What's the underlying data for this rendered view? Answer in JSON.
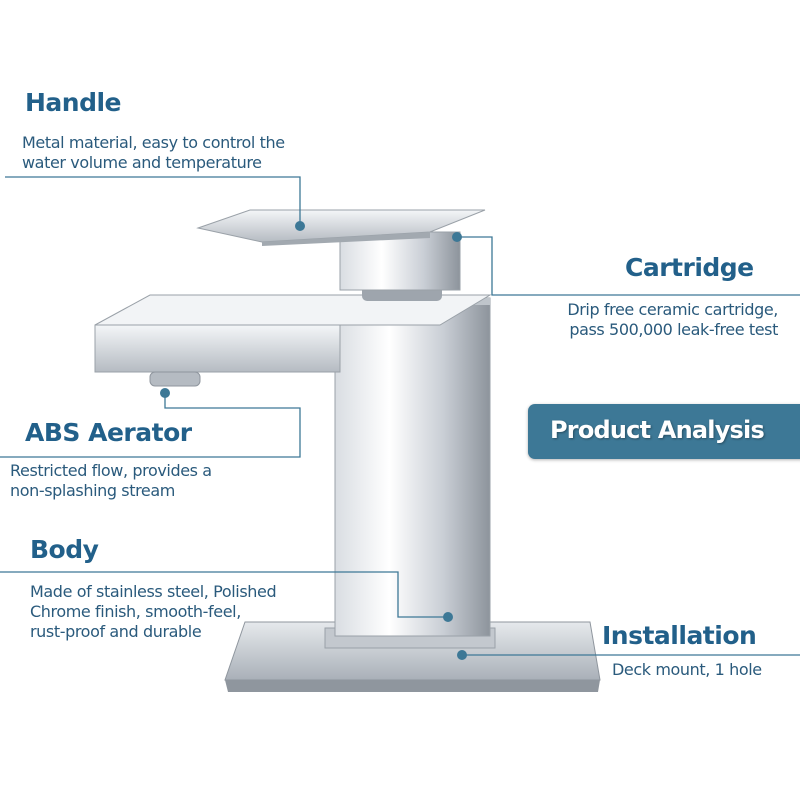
{
  "banner": {
    "label": "Product Analysis",
    "color": "#3d7896"
  },
  "accent_color": "#22608a",
  "callouts": {
    "handle": {
      "title": "Handle",
      "lines": [
        "Metal material, easy to control the",
        "water volume and temperature"
      ]
    },
    "cartridge": {
      "title": "Cartridge",
      "lines": [
        "Drip free ceramic cartridge,",
        "pass 500,000 leak-free test"
      ]
    },
    "aerator": {
      "title": "ABS Aerator",
      "lines": [
        "Restricted flow, provides a",
        "non-splashing stream"
      ]
    },
    "body": {
      "title": "Body",
      "lines": [
        "Made of stainless steel, Polished",
        "Chrome finish, smooth-feel,",
        "rust-proof and durable"
      ]
    },
    "installation": {
      "title": "Installation",
      "lines": [
        "Deck mount, 1 hole"
      ]
    }
  }
}
